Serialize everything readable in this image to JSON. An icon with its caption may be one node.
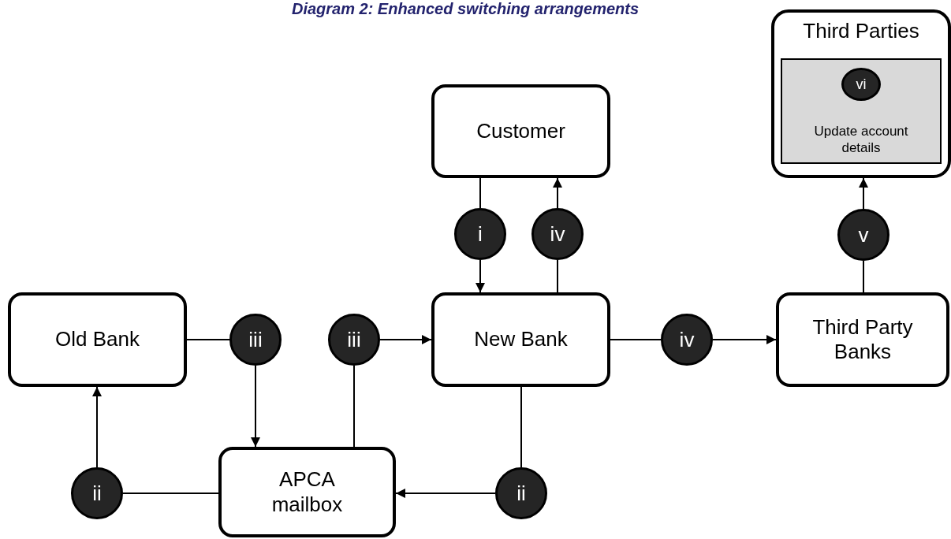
{
  "diagram": {
    "title": "Diagram 2: Enhanced switching arrangements",
    "nodes": [
      {
        "text": [
          "Third Parties"
        ]
      },
      {
        "text": [
          "Update account details"
        ],
        "in": 0
      },
      {
        "text": [
          "vi"
        ],
        "in": 1
      },
      {
        "text": [
          "Customer"
        ]
      },
      {
        "text": [
          "i"
        ]
      },
      {
        "text": [
          "iv"
        ]
      },
      {
        "text": [
          "v"
        ]
      },
      {
        "text": [
          "Old Bank"
        ]
      },
      {
        "text": [
          "iii"
        ]
      },
      {
        "text": [
          "iii"
        ]
      },
      {
        "text": [
          "New Bank"
        ]
      },
      {
        "text": [
          "iv"
        ]
      },
      {
        "text": [
          "Third Party Banks"
        ]
      },
      {
        "text": [
          "ii"
        ]
      },
      {
        "text": [
          "APCA mailbox"
        ]
      },
      {
        "text": [
          "ii"
        ]
      }
    ],
    "edges": [
      {
        "from": 3,
        "to": 4,
        "arrow": "none"
      },
      {
        "from": 4,
        "to": 10,
        "arrow": "to"
      },
      {
        "from": 10,
        "to": 5,
        "arrow": "none"
      },
      {
        "from": 5,
        "to": 3,
        "arrow": "to"
      },
      {
        "from": 12,
        "to": 6,
        "arrow": "none"
      },
      {
        "from": 6,
        "to": 0,
        "arrow": "to"
      },
      {
        "from": 7,
        "to": 8,
        "arrow": "none"
      },
      {
        "from": 8,
        "to": 14,
        "arrow": "to"
      },
      {
        "from": 14,
        "to": 9,
        "arrow": "none"
      },
      {
        "from": 9,
        "to": 10,
        "arrow": "to"
      },
      {
        "from": 10,
        "to": 11,
        "arrow": "none"
      },
      {
        "from": 11,
        "to": 12,
        "arrow": "to"
      },
      {
        "from": 10,
        "to": 15,
        "arrow": "none"
      },
      {
        "from": 15,
        "to": 14,
        "arrow": "to"
      },
      {
        "from": 14,
        "to": 13,
        "arrow": "none"
      },
      {
        "from": 13,
        "to": 7,
        "arrow": "to"
      }
    ]
  }
}
